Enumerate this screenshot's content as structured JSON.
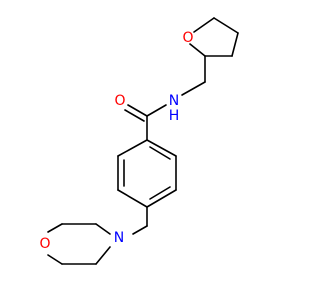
{
  "molecule": {
    "atoms": {
      "o_carbonyl": {
        "symbol": "O",
        "color": "#ff0000"
      },
      "n_amide": {
        "symbol": "N",
        "color": "#0000ff"
      },
      "h_amide": {
        "symbol": "H",
        "color": "#0000ff"
      },
      "o_thf": {
        "symbol": "O",
        "color": "#ff0000"
      },
      "n_morpholine": {
        "symbol": "N",
        "color": "#0000ff"
      },
      "o_morpholine": {
        "symbol": "O",
        "color": "#ff0000"
      }
    }
  }
}
